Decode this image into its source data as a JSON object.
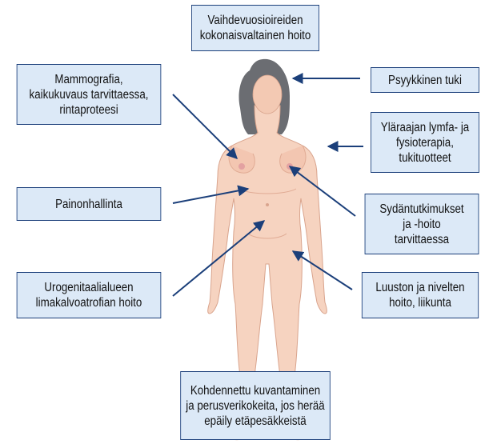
{
  "boxes": {
    "top": "Vaihdevuosioireiden\nkokonaisvaltainen hoito",
    "mammography": "Mammografia,\nkaikukuvaus tarvittaessa,\nrintaproteesi",
    "psych": "Psyykkinen tuki",
    "lymph": "Yläraajan lymfa- ja\nfysioterapia,\ntukituotteet",
    "weight": "Painonhallinta",
    "heart": "Sydäntutkimukset\nja -hoito\ntarvittaessa",
    "urogenital": "Urogenitaalialueen\nlimakalvoatrofian hoito",
    "bones": "Luuston ja nivelten\nhoito, liikunta",
    "bottom": "Kohdennettu kuvantaminen\nja perusverikokeita, jos herää\nepäily etäpesäkkeistä"
  },
  "colors": {
    "box_fill": "#dce9f7",
    "box_border": "#1b3f7a",
    "arrow": "#1b3f7a",
    "skin": "#f6d3c0",
    "skin_shadow": "#e8b49e",
    "hair": "#6b6d72"
  }
}
